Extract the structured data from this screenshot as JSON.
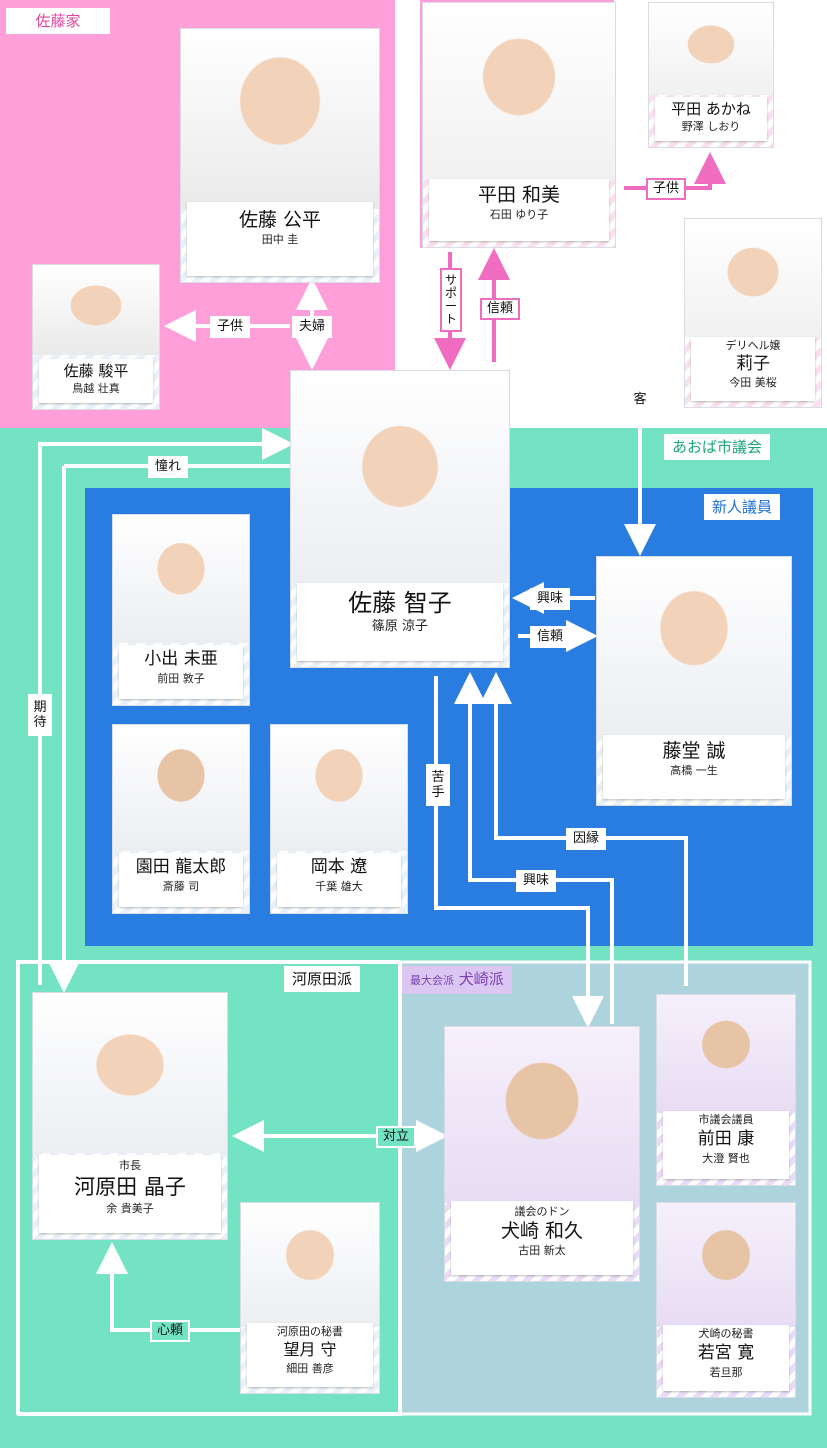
{
  "colors": {
    "pink": "#ff9fd9",
    "mint": "#74e3c4",
    "blue": "#2a7de0",
    "purple": "#dcc6f2",
    "line": "#ffffff",
    "pinkline": "#f06cc0"
  },
  "groups": {
    "sato_family": "佐藤家",
    "aoba_council": "あおば市議会",
    "new_members": "新人議員",
    "kawarada_faction": "河原田派",
    "inuzaki_prefix": "最大会派",
    "inuzaki_faction": "犬崎派"
  },
  "people": {
    "kohei": {
      "name": "佐藤 公平",
      "actor": "田中 圭"
    },
    "shunpei": {
      "name": "佐藤 駿平",
      "actor": "鳥越 壮真"
    },
    "kazumi": {
      "name": "平田 和美",
      "actor": "石田 ゆり子"
    },
    "akane": {
      "name": "平田 あかね",
      "actor": "野澤 しおり"
    },
    "riko": {
      "role": "デリヘル嬢",
      "name": "莉子",
      "actor": "今田 美桜"
    },
    "tomoko": {
      "name": "佐藤 智子",
      "actor": "篠原 涼子"
    },
    "touma": {
      "name": "藤堂 誠",
      "actor": "高橋 一生"
    },
    "koide": {
      "name": "小出 未亜",
      "actor": "前田 敦子"
    },
    "sonoda": {
      "name": "園田 龍太郎",
      "actor": "斎藤 司"
    },
    "okamoto": {
      "name": "岡本 遼",
      "actor": "千葉 雄大"
    },
    "kawarada": {
      "role": "市長",
      "name": "河原田 晶子",
      "actor": "余 貴美子"
    },
    "mochizuki": {
      "role": "河原田の秘書",
      "name": "望月 守",
      "actor": "細田 善彦"
    },
    "inuzaki": {
      "role": "議会のドン",
      "name": "犬崎 和久",
      "actor": "古田 新太"
    },
    "maeda": {
      "role": "市議会議員",
      "name": "前田 康",
      "actor": "大澄 賢也"
    },
    "wakamiya": {
      "role": "犬崎の秘書",
      "name": "若宮 寛",
      "actor": "若旦那"
    }
  },
  "relations": {
    "child1": "子供",
    "fufu": "夫婦",
    "child2": "子供",
    "support": "サポート",
    "trust1": "信頼",
    "customer": "客",
    "akogare": "憧れ",
    "kitai": "期待",
    "interest1": "興味",
    "trust2": "信頼",
    "nigate": "苦手",
    "innen": "因縁",
    "interest2": "興味",
    "tairitsu": "対立",
    "shinrai": "心頼"
  }
}
